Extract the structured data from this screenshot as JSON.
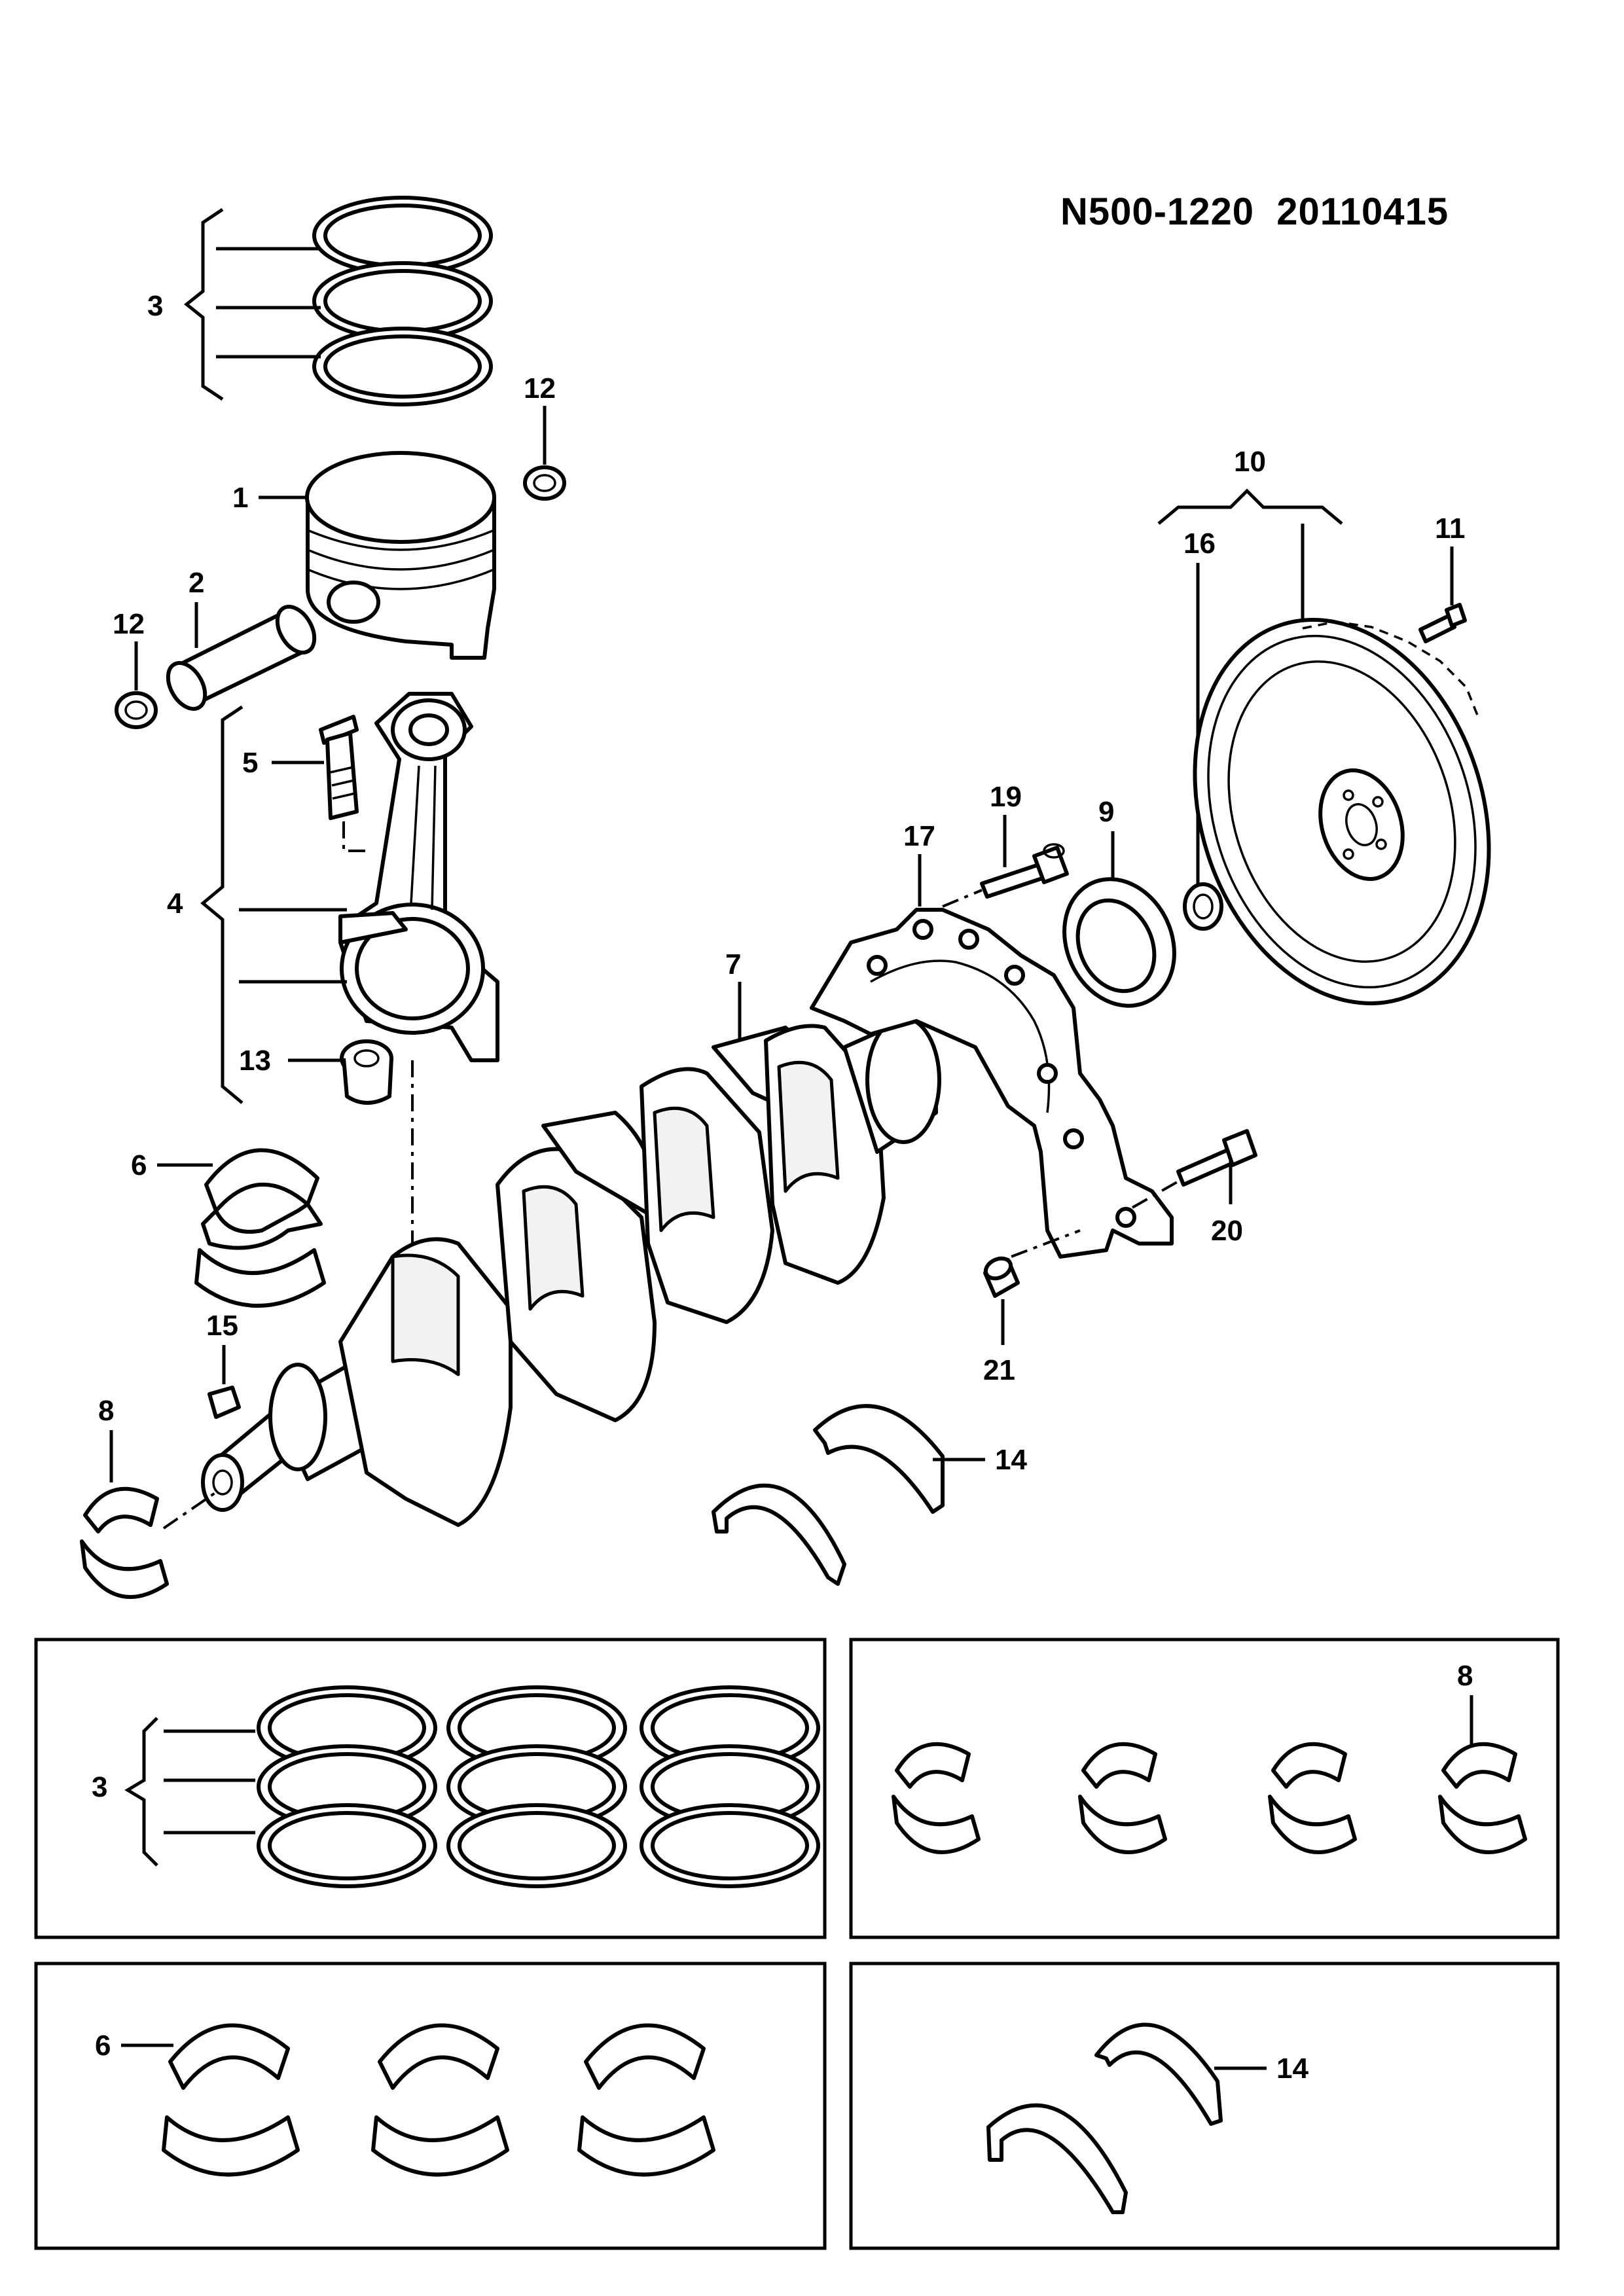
{
  "header": {
    "code": "N500-1220  20110415"
  },
  "callouts": {
    "c1": "1",
    "c2": "2",
    "c3": "3",
    "c4": "4",
    "c5": "5",
    "c6": "6",
    "c7": "7",
    "c8": "8",
    "c9": "9",
    "c10": "10",
    "c11": "11",
    "c12a": "12",
    "c12b": "12",
    "c13": "13",
    "c14": "14",
    "c15": "15",
    "c16": "16",
    "c17": "17",
    "c19": "19",
    "c20": "20",
    "c21": "21"
  },
  "kits": {
    "rings": "3",
    "rod_bearings": "8",
    "main_bearings": "6",
    "thrust_washers": "14"
  }
}
